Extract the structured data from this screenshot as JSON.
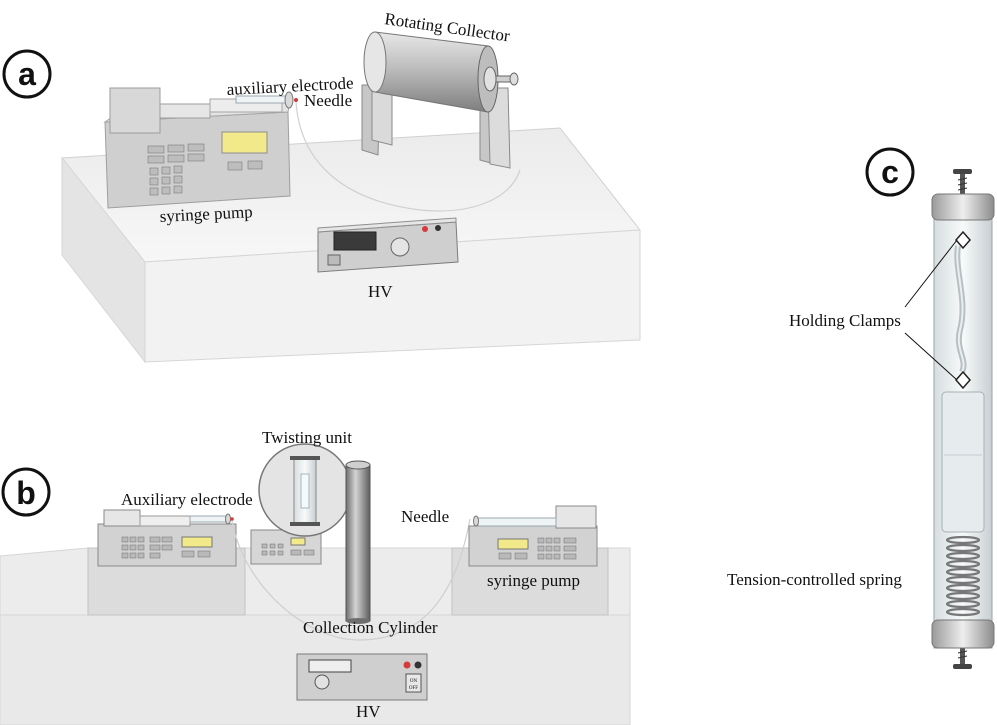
{
  "panels": {
    "a": {
      "letter": "a",
      "labels": {
        "rotating_collector": "Rotating Collector",
        "auxiliary_electrode": "auxiliary electrode",
        "needle": "Needle",
        "syringe_pump": "syringe pump",
        "hv": "HV"
      }
    },
    "b": {
      "letter": "b",
      "labels": {
        "twisting_unit": "Twisting unit",
        "auxiliary_electrode": "Auxiliary electrode",
        "needle": "Needle",
        "syringe_pump": "syringe pump",
        "collection_cylinder": "Collection Cylinder",
        "hv": "HV",
        "on": "ON",
        "off": "OFF"
      }
    },
    "c": {
      "letter": "c",
      "labels": {
        "holding_clamps": "Holding Clamps",
        "tension_spring": "Tension-controlled spring"
      }
    }
  },
  "colors": {
    "display_yellow": "#f2e98a",
    "table_top": "#f4f4f4",
    "table_side": "#dcdcdc",
    "device_gray": "#c9c9c9",
    "indicator_red": "#d63a3a"
  }
}
